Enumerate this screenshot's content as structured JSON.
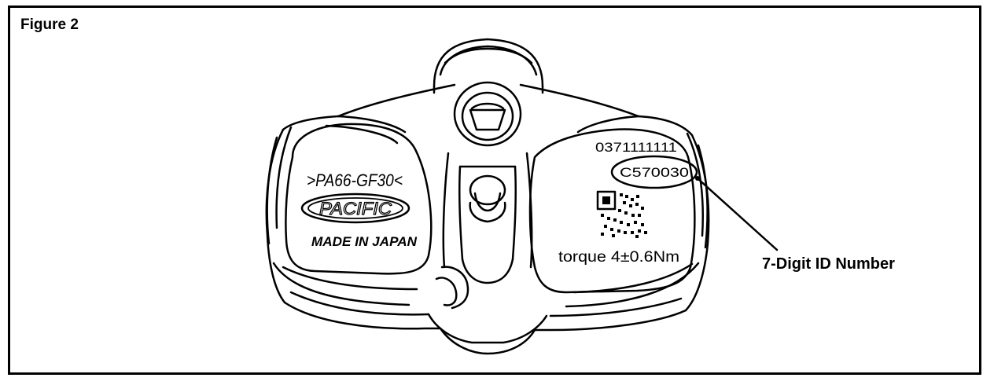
{
  "figure": {
    "title": "Figure 2"
  },
  "sensor": {
    "material_mark": ">PA66-GF30<",
    "brand": "PACIFIC",
    "origin": "MADE IN JAPAN",
    "serial_number": "0371111111",
    "id_number": "C570030",
    "torque_spec": "torque 4±0.6Nm"
  },
  "callout": {
    "label": "7-Digit ID Number"
  },
  "colors": {
    "ink": "#000000",
    "background": "#ffffff"
  }
}
